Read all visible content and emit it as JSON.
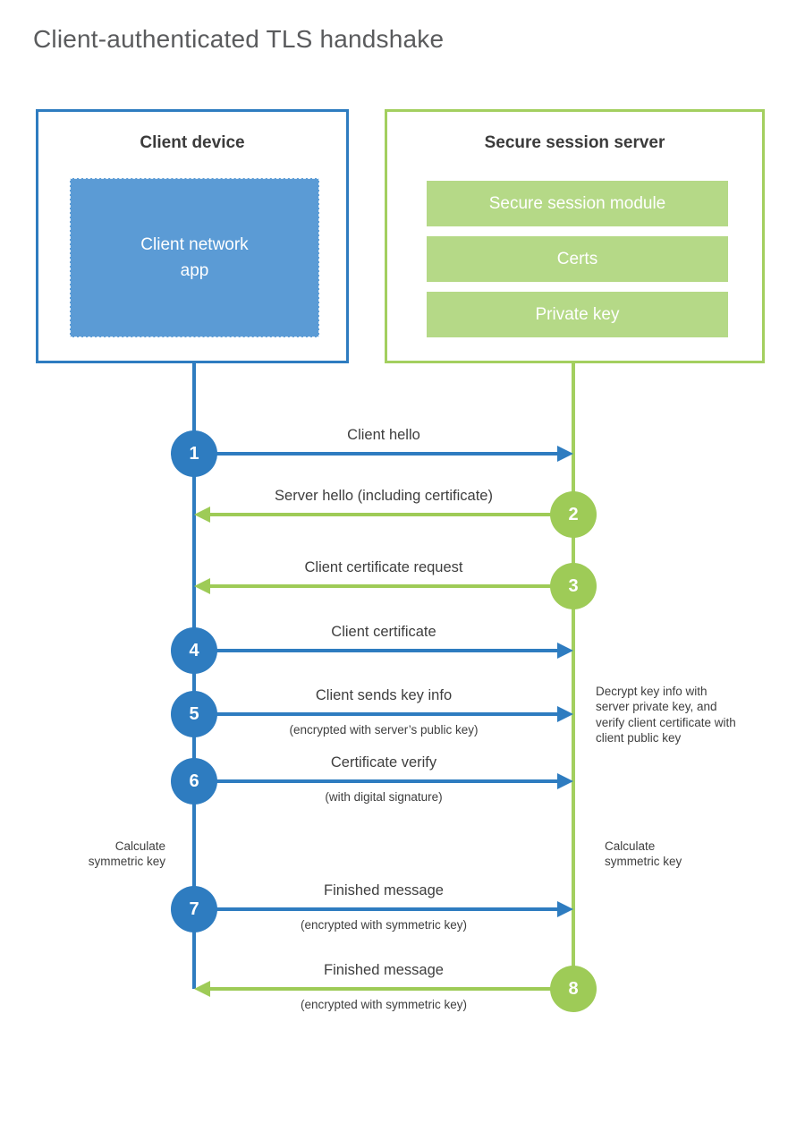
{
  "page": {
    "title": "Client-authenticated TLS handshake"
  },
  "colors": {
    "blue": "#2e7cc0",
    "blue_fill": "#5b9bd5",
    "green": "#9ecb57",
    "green_line": "#a3cf5f",
    "green_fill": "#b5d987"
  },
  "client": {
    "title": "Client device",
    "module": "Client network app"
  },
  "server": {
    "title": "Secure session server",
    "modules": [
      "Secure session module",
      "Certs",
      "Private key"
    ]
  },
  "steps": [
    {
      "n": "1",
      "from": "client",
      "label": "Client hello",
      "sub": ""
    },
    {
      "n": "2",
      "from": "server",
      "label": "Server hello (including certificate)",
      "sub": ""
    },
    {
      "n": "3",
      "from": "server",
      "label": "Client certificate request",
      "sub": ""
    },
    {
      "n": "4",
      "from": "client",
      "label": "Client certificate",
      "sub": ""
    },
    {
      "n": "5",
      "from": "client",
      "label": "Client sends key info",
      "sub": "(encrypted with server’s public key)"
    },
    {
      "n": "6",
      "from": "client",
      "label": "Certificate verify",
      "sub": "(with digital signature)"
    },
    {
      "n": "7",
      "from": "client",
      "label": "Finished message",
      "sub": "(encrypted with symmetric key)"
    },
    {
      "n": "8",
      "from": "server",
      "label": "Finished message",
      "sub": "(encrypted with symmetric key)"
    }
  ],
  "notes": {
    "decrypt": "Decrypt key info with server private key, and verify client certificate with client public key",
    "calc_client": "Calculate symmetric key",
    "calc_server": "Calculate symmetric key"
  }
}
